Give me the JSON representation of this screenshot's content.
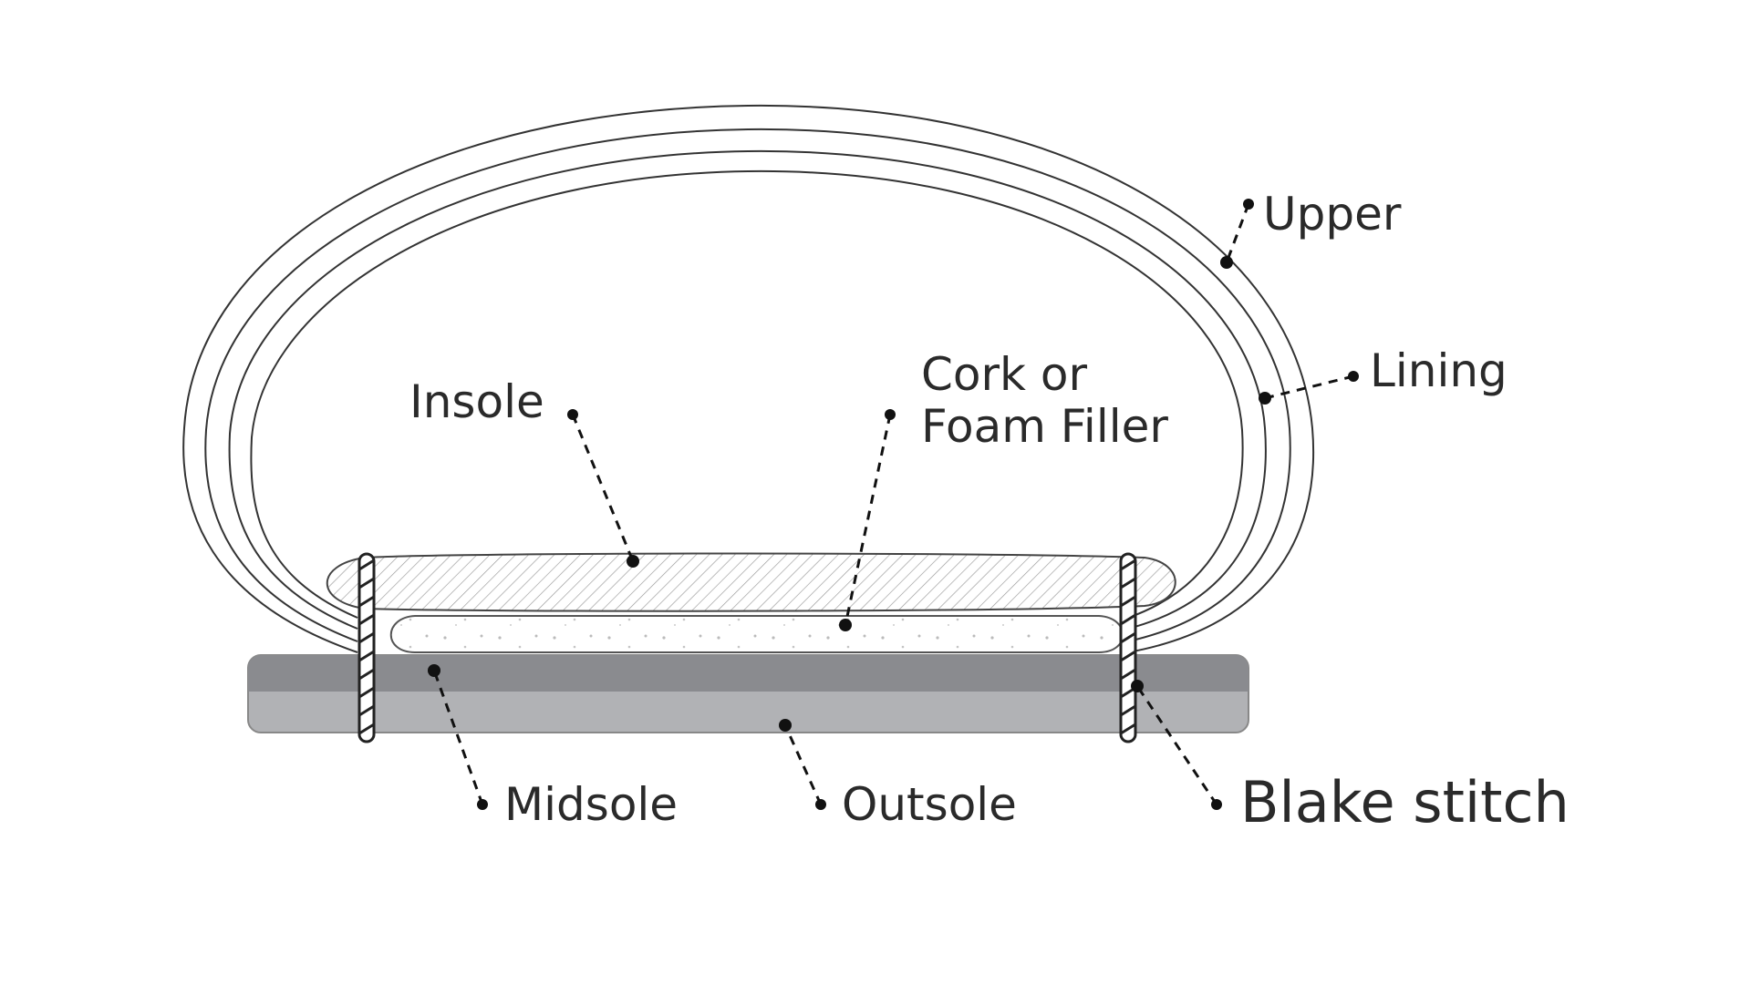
{
  "diagram": {
    "labels": {
      "upper": "Upper",
      "lining": "Lining",
      "insole": "Insole",
      "filler_line1": "Cork or",
      "filler_line2": "Foam Filler",
      "midsole": "Midsole",
      "outsole": "Outsole",
      "blake_stitch": "Blake stitch"
    },
    "colors": {
      "midsole": "#8a8b8f",
      "outsole": "#b1b2b5",
      "outline": "#333333",
      "text": "#2a2a2a"
    }
  }
}
